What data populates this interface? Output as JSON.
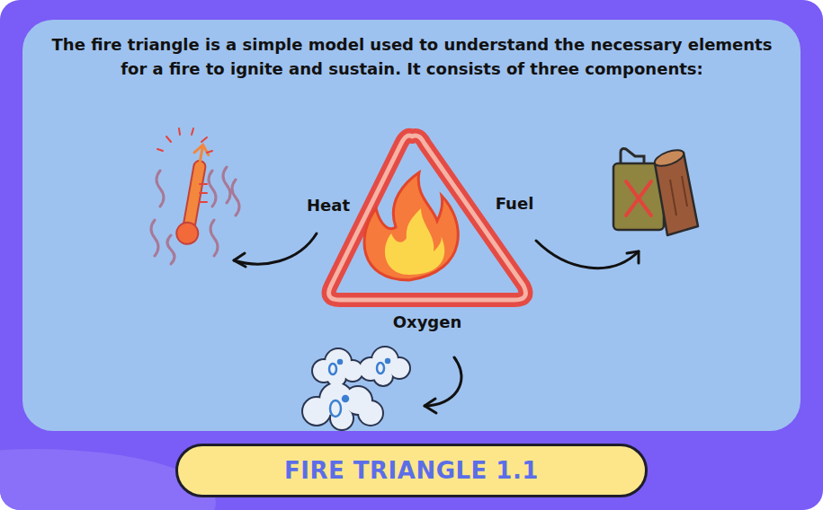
{
  "diagram": {
    "title": "FIRE TRIANGLE 1.1",
    "caption": "The fire triangle is a simple model used to understand the necessary elements for a fire to ignite and sustain. It consists of three components:",
    "labels": [
      "Heat",
      "Fuel",
      "Oxygen"
    ]
  }
}
